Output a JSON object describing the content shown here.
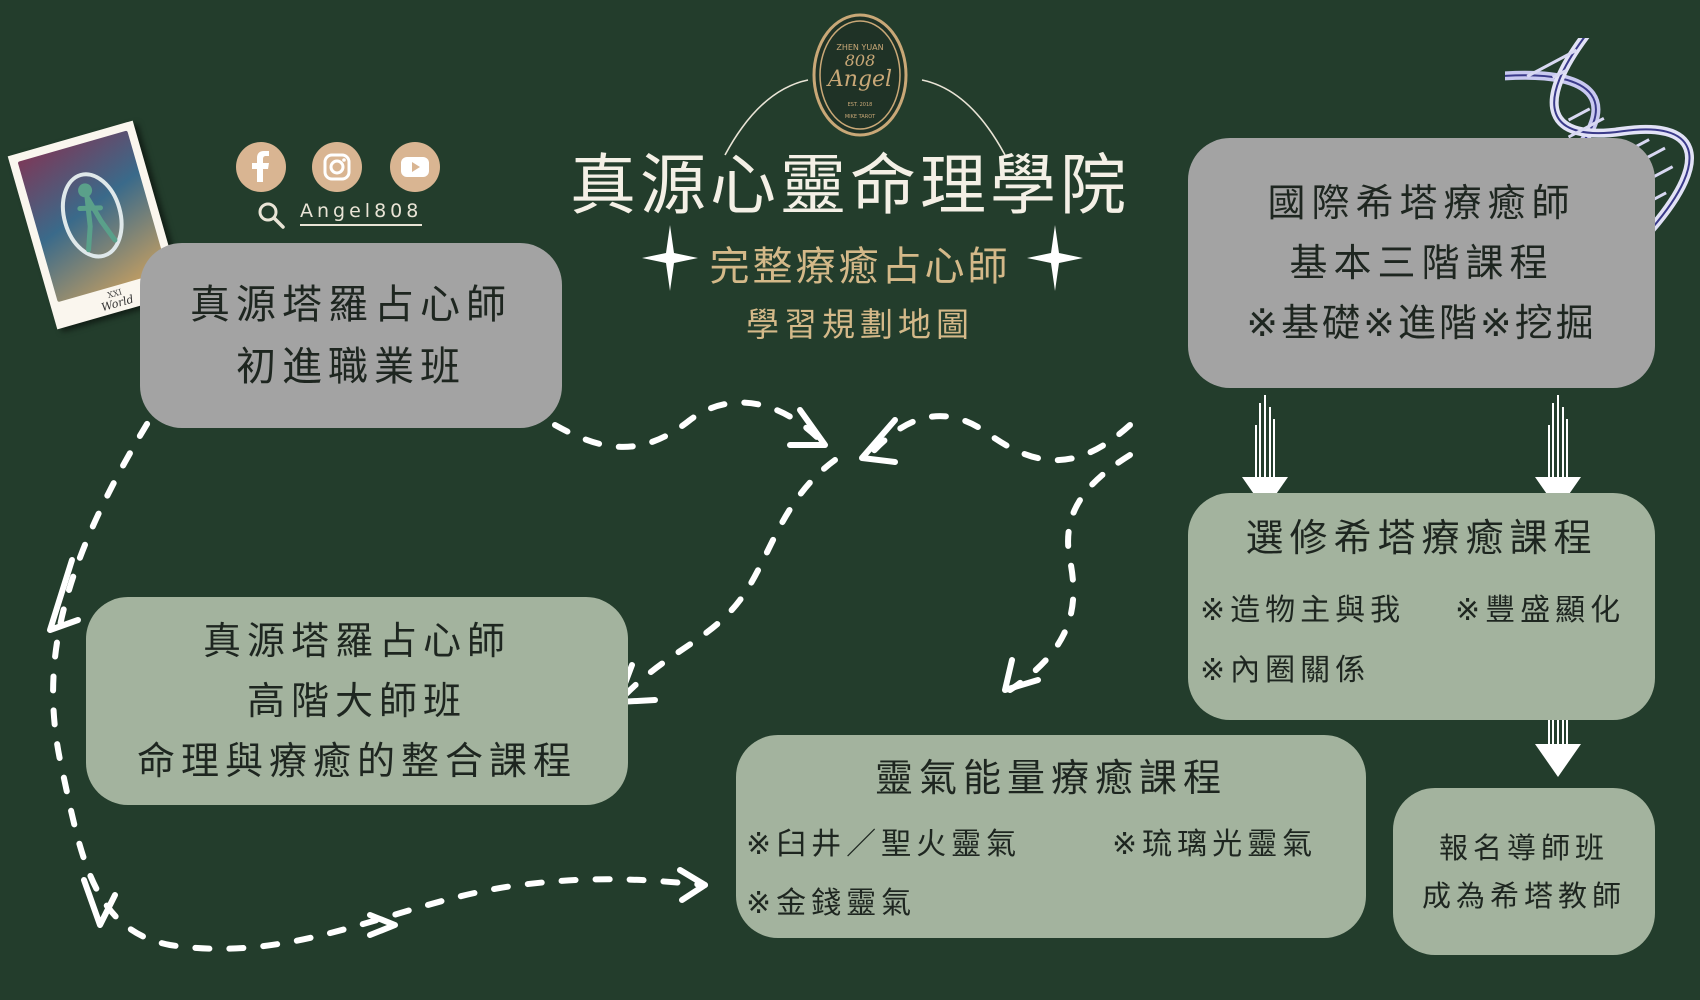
{
  "logo": {
    "text_top": "ZHEN YUAN",
    "text_num": "808",
    "text_script": "Angel",
    "text_est": "EST. 2018",
    "text_bottom": "MIKE TAROT"
  },
  "title": "真源心靈命理學院",
  "subtitle": "完整療癒占心師",
  "subtitle2": "學習規劃地圖",
  "social": {
    "handle": "Angel808",
    "icons": [
      "facebook-icon",
      "instagram-icon",
      "youtube-icon",
      "search-icon"
    ]
  },
  "tarot_card": {
    "numeral": "XXI",
    "name": "World"
  },
  "boxes": {
    "beginner": {
      "lines": [
        "真源塔羅占心師",
        "初進職業班"
      ]
    },
    "advanced": {
      "lines": [
        "真源塔羅占心師",
        "高階大師班",
        "命理與療癒的整合課程"
      ]
    },
    "theta": {
      "lines": [
        "國際希塔療癒師",
        "基本三階課程",
        "※基礎※進階※挖掘"
      ]
    },
    "elective": {
      "title": "選修希塔療癒課程",
      "items": [
        "※造物主與我",
        "※豐盛顯化",
        "※內圈關係"
      ]
    },
    "reiki": {
      "title": "靈氣能量療癒課程",
      "items": [
        "※臼井／聖火靈氣",
        "※琉璃光靈氣",
        "※金錢靈氣"
      ]
    },
    "mentor": {
      "lines": [
        "報名導師班",
        "成為希塔教師"
      ]
    }
  },
  "colors": {
    "background": "#233d2c",
    "gray_box": "#a3a3a3",
    "sage_box": "#a3b39e",
    "gold": "#d4b989",
    "cream": "#f4f0e6"
  }
}
